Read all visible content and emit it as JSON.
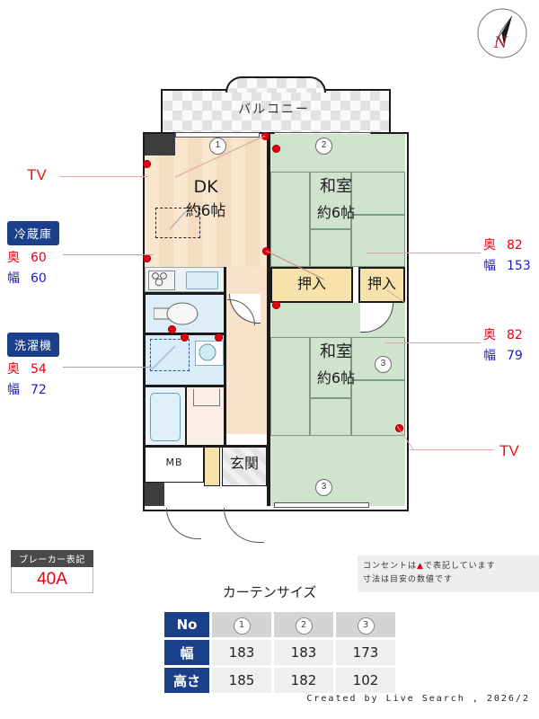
{
  "compass": {
    "north_label": "N",
    "icon": "compass-north-icon"
  },
  "plan": {
    "balcony": {
      "label": "バルコニー"
    },
    "rooms": [
      {
        "key": "dk",
        "name": "DK",
        "area": "約6帖"
      },
      {
        "key": "washitsu_upper",
        "name": "和室",
        "area": "約6帖"
      },
      {
        "key": "washitsu_lower",
        "name": "和室",
        "area": "約6帖"
      }
    ],
    "closet_1": "押入",
    "closet_2": "押入",
    "entrance": "玄関",
    "meter_box": "MB",
    "markers": [
      "1",
      "2",
      "3",
      "3"
    ]
  },
  "callouts": {
    "tv_left": "TV",
    "tv_right": "TV",
    "fridge": {
      "title": "冷蔵庫",
      "depth_key": "奥",
      "depth_value": "60",
      "width_key": "幅",
      "width_value": "60"
    },
    "washer": {
      "title": "洗濯機",
      "depth_key": "奥",
      "depth_value": "54",
      "width_key": "幅",
      "width_value": "72"
    },
    "closet_upper": {
      "depth_key": "奥",
      "depth_value": "82",
      "width_key": "幅",
      "width_value": "153"
    },
    "closet_lower": {
      "depth_key": "奥",
      "depth_value": "82",
      "width_key": "幅",
      "width_value": "79"
    }
  },
  "breaker": {
    "title": "ブレーカー表記",
    "value": "40A"
  },
  "curtain": {
    "title": "カーテンサイズ",
    "row_headers": [
      "No",
      "幅",
      "高さ"
    ],
    "numbers": [
      "1",
      "2",
      "3"
    ],
    "widths": [
      "183",
      "183",
      "173"
    ],
    "heights": [
      "185",
      "182",
      "102"
    ]
  },
  "note": {
    "line1_pre": "コンセントは",
    "line1_symbol": "▲",
    "line1_post": "で表記しています",
    "line2": "寸法は目安の数値です"
  },
  "footer": "Created by Live Search , 2026/2",
  "colors": {
    "navy": "#1b3f8b",
    "red": "#e60012",
    "dk_floor": "#f7e0c4",
    "tatami": "#cfe3cd",
    "closet": "#f8e2ab",
    "water": "#ddeef8"
  }
}
